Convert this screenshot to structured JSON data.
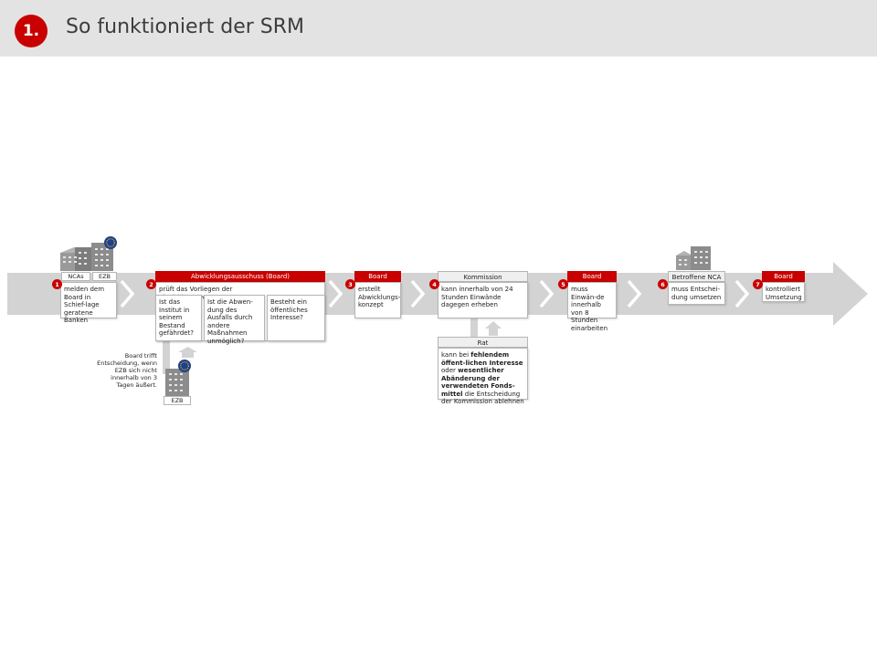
{
  "header": {
    "chapter": "1.",
    "title": "So funktioniert der SRM"
  },
  "steps": {
    "s1": {
      "num": "1",
      "tags": [
        "NCAs",
        "EZB"
      ],
      "text": "melden dem Board in Schief-lage geratene Banken"
    },
    "s2": {
      "num": "2",
      "header": "Abwicklungsausschuss (Board)",
      "intro": "prüft das Vorliegen der Abwicklungsvoraussetzungen:",
      "cols": [
        "Ist das Institut in seinem Bestand gefährdet?",
        "Ist die Abwen-dung des Ausfalls durch andere Maßnahmen unmöglich?",
        "Besteht ein öffentliches Interesse?"
      ]
    },
    "s3": {
      "num": "3",
      "header": "Board",
      "text": "erstellt Abwicklungs-konzept"
    },
    "s4": {
      "num": "4",
      "header": "Kommission",
      "text": "kann innerhalb von 24 Stunden Einwände dagegen erheben"
    },
    "s5": {
      "num": "5",
      "header": "Board",
      "text": "muss Einwän-de innerhalb von 8 Stunden einarbeiten"
    },
    "s6": {
      "num": "6",
      "header": "Betroffene NCA",
      "text": "muss Entschei-dung umsetzen"
    },
    "s7": {
      "num": "7",
      "header": "Board",
      "text": "kontrolliert Umsetzung"
    }
  },
  "rat": {
    "header": "Rat",
    "t1": "kann bei ",
    "b1": "fehlendem öffent-lichen Interesse",
    "t2": " oder ",
    "b2": "wesentlicher Abänderung der verwendeten Fonds-mittel",
    "t3": " die Entscheidung der Kommission ablehnen"
  },
  "ezb": {
    "note": "Board trifft Entscheidung, wenn EZB sich nicht innerhalb von 3 Tagen äußert.",
    "tag": "EZB"
  },
  "icons": [
    "building-icon",
    "eu-stars-icon",
    "chevron-right-icon",
    "arrow-up-icon"
  ],
  "colors": {
    "accent": "#c80000",
    "band": "#d3d3d3",
    "header_bg": "#e3e3e3"
  }
}
